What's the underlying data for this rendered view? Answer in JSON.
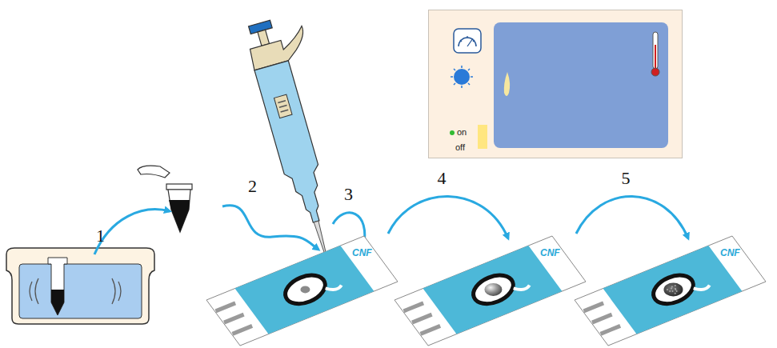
{
  "diagram": {
    "nodes": [
      {
        "text": [
          "on",
          "off"
        ]
      },
      {
        "text": [
          "CNF"
        ]
      },
      {
        "text": [
          "CNF"
        ]
      },
      {
        "text": [
          "CNF"
        ]
      }
    ],
    "edges": [
      {
        "from": 1,
        "to": 2,
        "arrow": "to",
        "label": "4"
      },
      {
        "from": 2,
        "to": 3,
        "arrow": "to",
        "label": "5"
      }
    ],
    "labels": [
      "1",
      "2",
      "3"
    ]
  }
}
